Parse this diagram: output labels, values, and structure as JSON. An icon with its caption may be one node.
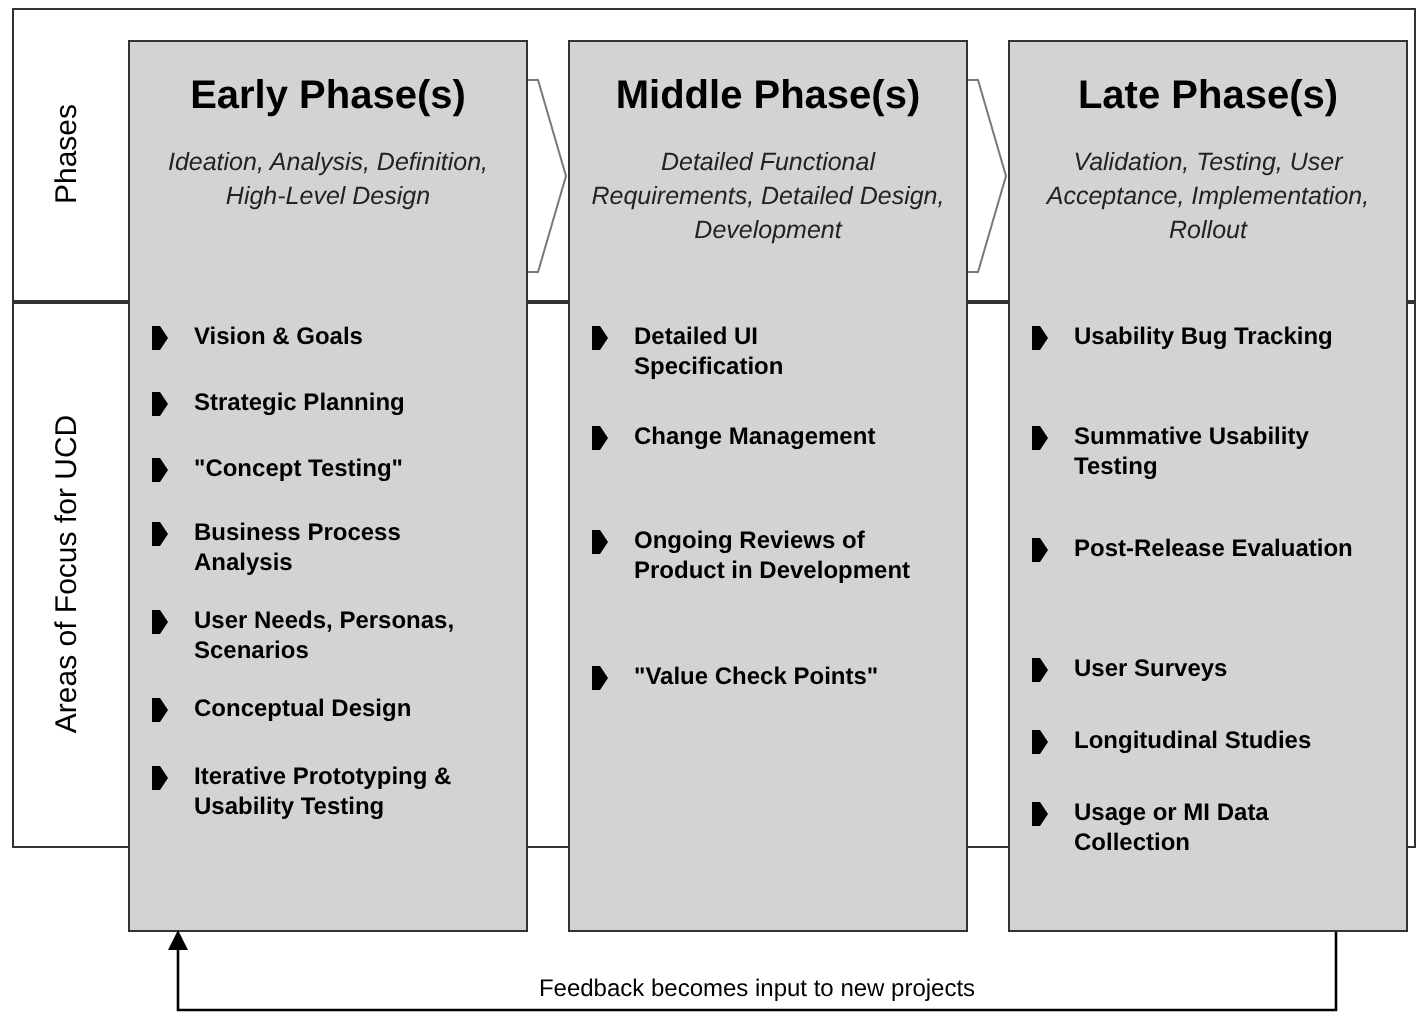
{
  "diagram": {
    "nodes": [
      {
        "text": [
          "Early Phase(s)",
          "Ideation, Analysis, Definition, High-Level Design",
          "Vision & Goals",
          "Strategic Planning",
          "\"Concept Testing\"",
          "Business Process Analysis",
          "User Needs, Personas, Scenarios",
          "Conceptual Design",
          "Iterative Prototyping & Usability Testing"
        ]
      },
      {
        "text": [
          "Middle Phase(s)",
          "Detailed Functional Requirements, Detailed Design, Development",
          "Detailed UI Specification",
          "Change Management",
          "Ongoing Reviews of Product in Development",
          "\"Value Check Points\""
        ]
      },
      {
        "text": [
          "Late Phase(s)",
          "Validation, Testing, User Acceptance, Implementation, Rollout",
          "Usability Bug Tracking",
          "Summative Usability Testing",
          "Post-Release Evaluation",
          "User Surveys",
          "Longitudinal Studies",
          "Usage or MI Data Collection"
        ]
      }
    ],
    "edges": [
      {
        "from": 0,
        "to": 1,
        "arrow": "to"
      },
      {
        "from": 1,
        "to": 2,
        "arrow": "to"
      },
      {
        "from": 2,
        "to": 0,
        "arrow": "to",
        "label": "Feedback becomes input to new projects"
      }
    ],
    "labels": [
      "Phases",
      "Areas of Focus for UCD"
    ]
  }
}
